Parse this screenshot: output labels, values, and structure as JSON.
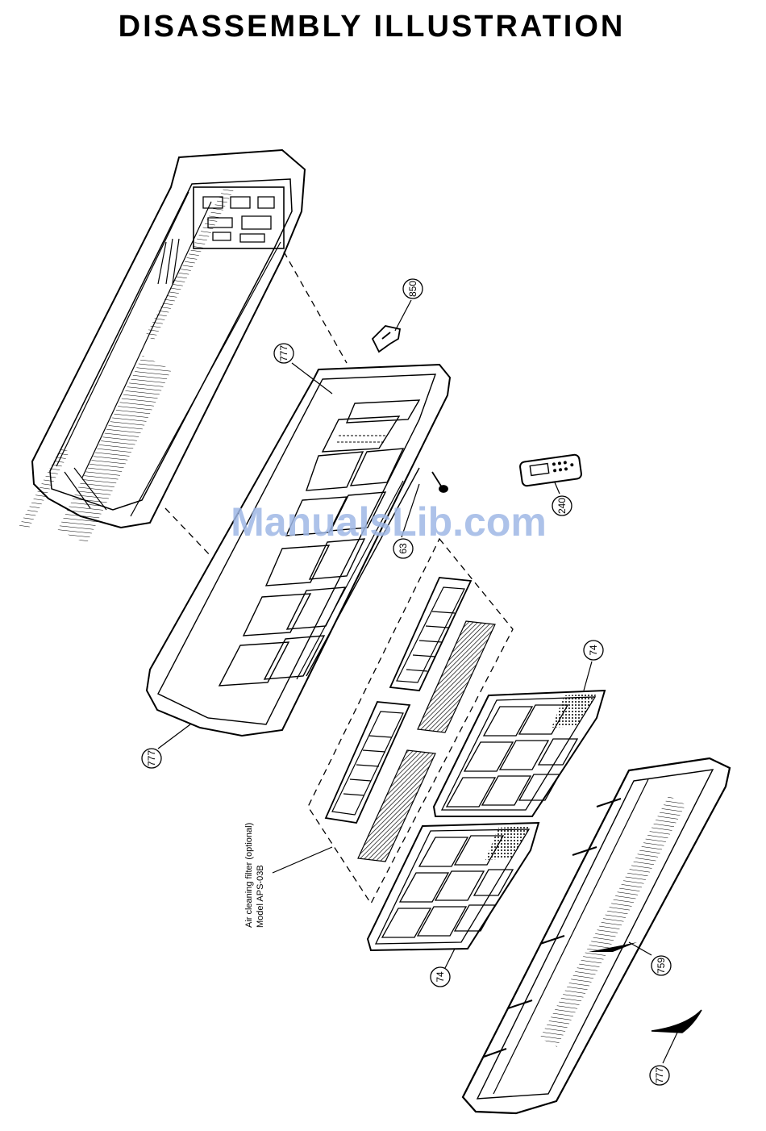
{
  "page": {
    "title": "DISASSEMBLY ILLUSTRATION"
  },
  "watermark": {
    "text": "ManualsLib.com",
    "color": "#9fb8e6"
  },
  "callouts": [
    {
      "id": "c850",
      "label": "850"
    },
    {
      "id": "c777a",
      "label": "777"
    },
    {
      "id": "c240",
      "label": "240"
    },
    {
      "id": "c63",
      "label": "63"
    },
    {
      "id": "c74a",
      "label": "74"
    },
    {
      "id": "c777b",
      "label": "777"
    },
    {
      "id": "c759",
      "label": "759"
    },
    {
      "id": "c74b",
      "label": "74"
    },
    {
      "id": "c777c",
      "label": "777"
    }
  ],
  "note": {
    "line1": "Air cleaning filter (optional)",
    "line2": "Model APS-03B"
  }
}
